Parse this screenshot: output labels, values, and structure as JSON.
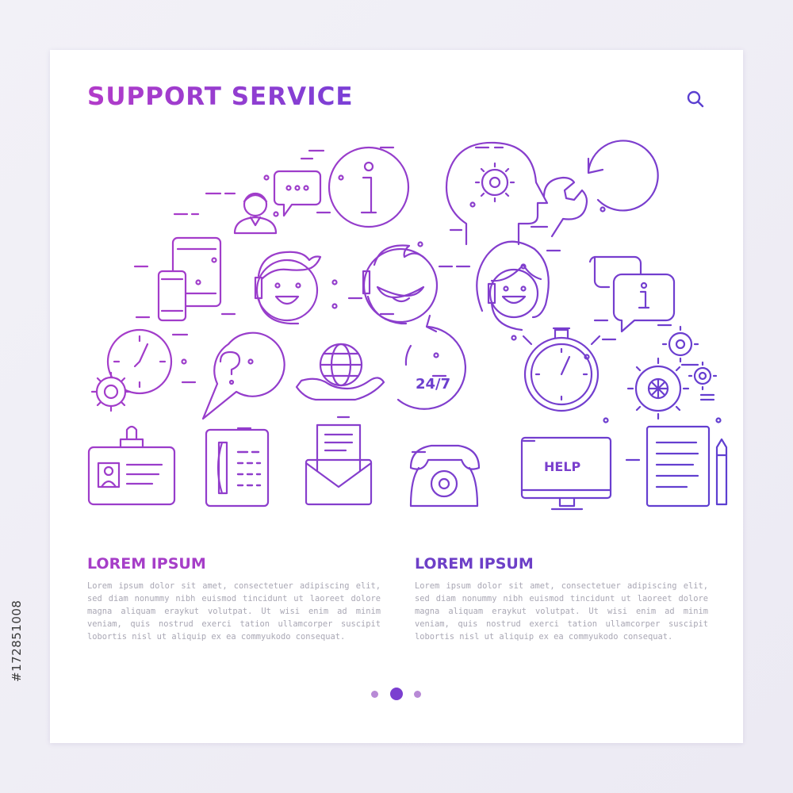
{
  "header": {
    "title": "SUPPORT SERVICE"
  },
  "nav": {
    "icons": [
      "menu-icon",
      "search-icon"
    ]
  },
  "illustration": {
    "icons": [
      "user-icon",
      "chat-bubble-icon",
      "info-icon",
      "head-gear-icon",
      "wrench-refresh-icon",
      "tablet-phone-icon",
      "operator-male-icon",
      "operator-smile-icon",
      "operator-female-icon",
      "info-chat-icon",
      "clock-gear-icon",
      "question-bubble-icon",
      "globe-hand-icon",
      "clock-24-7-icon",
      "stopwatch-icon",
      "gears-icon",
      "id-badge-icon",
      "desk-phone-icon",
      "envelope-letter-icon",
      "rotary-phone-icon",
      "monitor-help-icon",
      "document-pen-icon"
    ],
    "label_24_7": "24/7",
    "label_help": "HELP"
  },
  "sections": [
    {
      "heading": "LOREM IPSUM",
      "body": "Lorem ipsum dolor sit amet, consectetuer adipiscing elit, sed diam nonummy nibh euismod tincidunt ut laoreet dolore magna aliquam eraykut volutpat. Ut wisi enim ad minim veniam, quis nostrud exerci tation ullamcorper suscipit lobortis nisl ut aliquip ex ea commyukodo consequat."
    },
    {
      "heading": "LOREM IPSUM",
      "body": "Lorem ipsum dolor sit amet, consectetuer adipiscing elit, sed diam nonummy nibh euismod tincidunt ut laoreet dolore magna aliquam eraykut volutpat. Ut wisi enim ad minim veniam, quis nostrud exerci tation ullamcorper suscipit lobortis nisl ut aliquip ex ea commyukodo consequat."
    }
  ],
  "pagination": {
    "current": 2,
    "total": 3
  },
  "watermark_id": "#172851008",
  "colors": {
    "accent_start": "#b23bc9",
    "accent_end": "#5b3fd0",
    "body_text": "#a9a7b4"
  }
}
